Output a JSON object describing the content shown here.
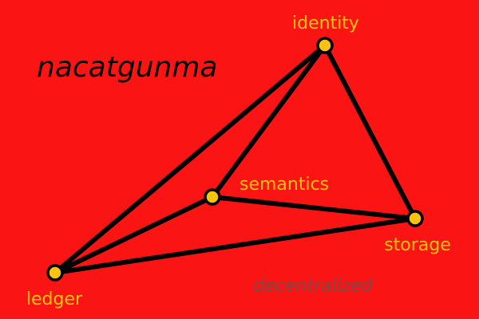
{
  "title": "nacatgunma",
  "watermark": "decentralized",
  "colors": {
    "background": "#fb1414",
    "edge": "#000000",
    "node_fill": "#fbc20f",
    "node_stroke": "#000000",
    "label": "#fbc20f",
    "title": "#000000",
    "watermark": "#7a4a4a"
  },
  "nodes": [
    {
      "id": "identity",
      "label": "identity"
    },
    {
      "id": "semantics",
      "label": "semantics"
    },
    {
      "id": "storage",
      "label": "storage"
    },
    {
      "id": "ledger",
      "label": "ledger"
    }
  ],
  "edges": [
    {
      "from": "ledger",
      "to": "identity"
    },
    {
      "from": "identity",
      "to": "semantics"
    },
    {
      "from": "identity",
      "to": "storage"
    },
    {
      "from": "ledger",
      "to": "semantics"
    },
    {
      "from": "semantics",
      "to": "storage"
    },
    {
      "from": "ledger",
      "to": "storage"
    }
  ]
}
